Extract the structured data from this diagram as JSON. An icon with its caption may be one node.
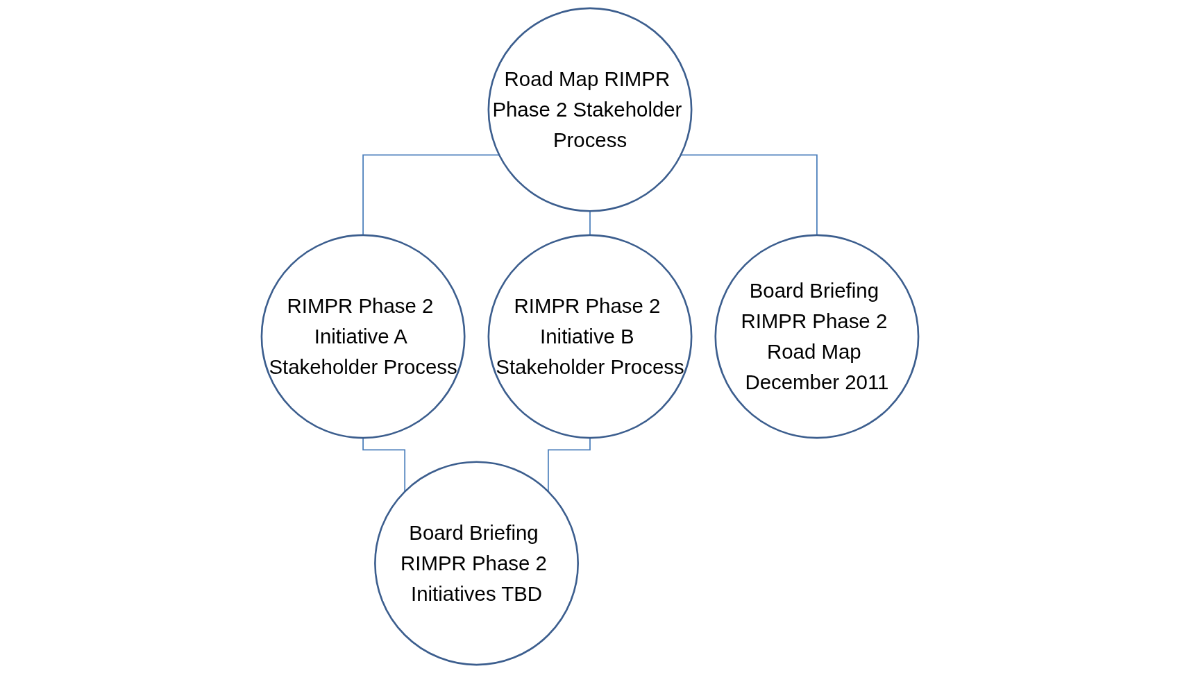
{
  "diagram": {
    "nodes": [
      {
        "text": [
          "Road Map RIMPR Phase 2 Stakeholder Process"
        ]
      },
      {
        "text": [
          "RIMPR Phase 2 Initiative A Stakeholder Process"
        ]
      },
      {
        "text": [
          "RIMPR Phase 2 Initiative B Stakeholder Process"
        ]
      },
      {
        "text": [
          "Board Briefing RIMPR Phase 2 Road Map December 2011"
        ]
      },
      {
        "text": [
          "Board Briefing RIMPR Phase 2 Initiatives TBD"
        ]
      }
    ],
    "edges": [
      {
        "from": 0,
        "to": 1,
        "arrow": "none"
      },
      {
        "from": 0,
        "to": 2,
        "arrow": "none"
      },
      {
        "from": 0,
        "to": 3,
        "arrow": "none"
      },
      {
        "from": 1,
        "to": 4,
        "arrow": "none"
      },
      {
        "from": 2,
        "to": 4,
        "arrow": "none"
      }
    ]
  }
}
